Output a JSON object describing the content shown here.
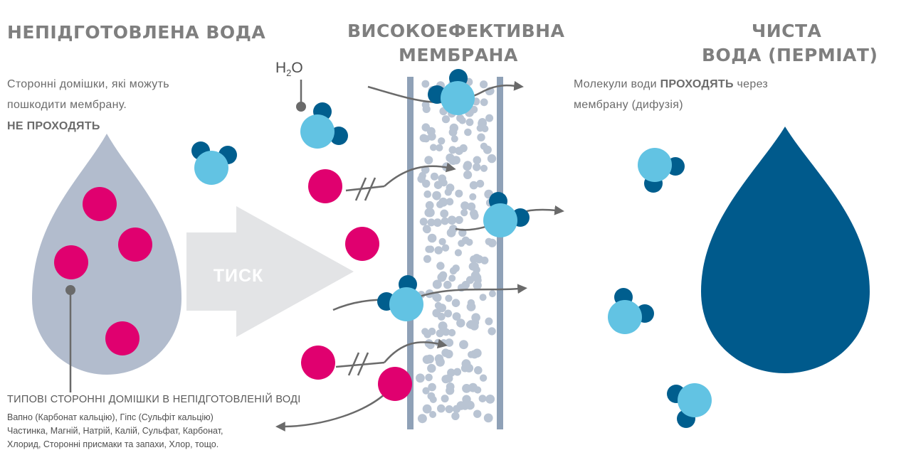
{
  "left": {
    "title": "НЕПІДГОТОВЛЕНА ВОДА",
    "desc_line1": "Сторонні домішки, які можуть",
    "desc_line2": "пошкодити мембрану.",
    "desc_emphasis": "НЕ ПРОХОДЯТЬ"
  },
  "middle": {
    "title_line1": "ВИСОКОЕФЕКТИВНА",
    "title_line2": "МЕМБРАНА",
    "arrow_label": "ТИСК",
    "molecule_label": "H",
    "molecule_subscript": "2",
    "molecule_label_tail": "O"
  },
  "right": {
    "title_line1": "ЧИСТА",
    "title_line2": "ВОДА (ПЕРМІАТ)",
    "desc_prefix": "Молекули води ",
    "desc_emphasis": "ПРОХОДЯТЬ",
    "desc_suffix": " через",
    "desc_line2": "мембрану (дифузія)"
  },
  "bottom": {
    "caption": "ТИПОВІ СТОРОННІ ДОМІШКИ В НЕПІДГОТОВЛЕНІЙ ВОДІ",
    "list_line1": "Вапно (Карбонат кальцію), Гіпс (Сульфіт кальцію)",
    "list_line2": "Частинка, Магній, Натрій, Калій, Сульфат, Карбонат,",
    "list_line3": "Хлорид, Сторонні присмаки та запахи, Хлор, тощо."
  },
  "colors": {
    "raw_drop": "#b2bccd",
    "clean_drop": "#005a8c",
    "impurity": "#e0006f",
    "oxygen": "#62c3e3",
    "hydrogen": "#005e8e",
    "membrane": "#8fa1b7",
    "pressure_arrow": "#e3e4e6",
    "flow_arrow": "#6a6a6a"
  }
}
